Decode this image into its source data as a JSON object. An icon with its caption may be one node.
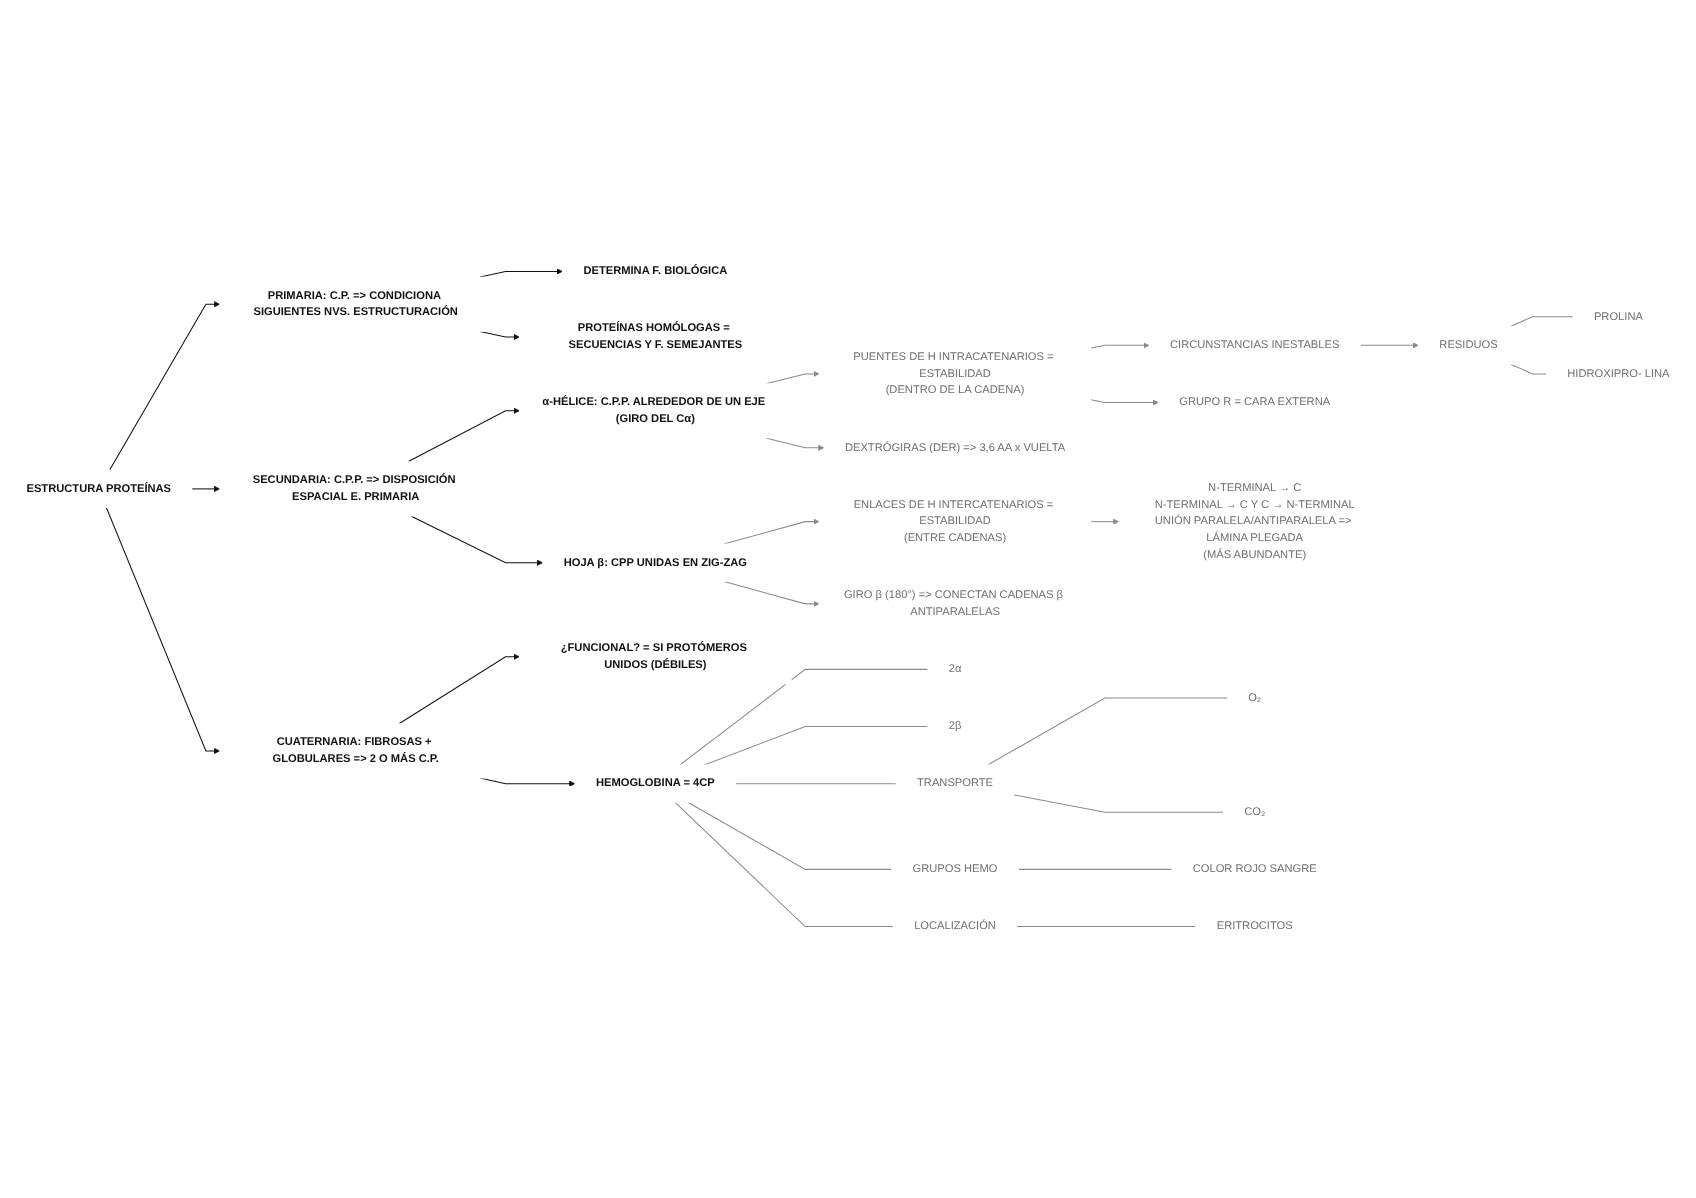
{
  "diagram": {
    "nodes": [
      {
        "text": [
          "ESTRUCTURA PROTEÍNAS"
        ]
      },
      {
        "text": [
          "PRIMARIA: C.P. => CONDICIONA SIGUIENTES NVS. ESTRUCTURACIÓN"
        ]
      },
      {
        "text": [
          "DETERMINA F. BIOLÓGICA"
        ]
      },
      {
        "text": [
          "PROTEÍNAS HOMÓLOGAS = SECUENCIAS Y F. SEMEJANTES"
        ]
      },
      {
        "text": [
          "SECUNDARIA: C.P.P. => DISPOSICIÓN ESPACIAL E. PRIMARIA"
        ]
      },
      {
        "text": [
          "α-HÉLICE: C.P.P. ALREDEDOR DE UN EJE (GIRO DEL Cα)"
        ]
      },
      {
        "text": [
          "PUENTES DE H INTRACATENARIOS = ESTABILIDAD",
          "(DENTRO DE LA CADENA)"
        ]
      },
      {
        "text": [
          "DEXTRÓGIRAS (DER) => 3,6 AA x VUELTA"
        ]
      },
      {
        "text": [
          "CIRCUNSTANCIAS INESTABLES"
        ]
      },
      {
        "text": [
          "RESIDUOS"
        ]
      },
      {
        "text": [
          "PROLINA"
        ]
      },
      {
        "text": [
          "HIDROXIPRO- LINA"
        ]
      },
      {
        "text": [
          "GRUPO R = CARA EXTERNA"
        ]
      },
      {
        "text": [
          "HOJA β: CPP UNIDAS EN ZIG-ZAG"
        ]
      },
      {
        "text": [
          "ENLACES DE H INTERCATENARIOS = ESTABILIDAD",
          "(ENTRE CADENAS)"
        ]
      },
      {
        "text": [
          "N-TERMINAL → C",
          "N-TERMINAL → C Y C → N-TERMINAL",
          "UNIÓN PARALELA/ANTIPARALELA => LÁMINA PLEGADA",
          "(MÁS ABUNDANTE)"
        ]
      },
      {
        "text": [
          "GIRO β (180°) => CONECTAN CADENAS β ANTIPARALELAS"
        ]
      },
      {
        "text": [
          "CUATERNARIA: FIBROSAS + GLOBULARES => 2 O MÁS C.P."
        ]
      },
      {
        "text": [
          "¿FUNCIONAL? = SI PROTÓMEROS UNIDOS (DÉBILES)"
        ]
      },
      {
        "text": [
          "HEMOGLOBINA = 4CP"
        ]
      },
      {
        "text": [
          "2α"
        ]
      },
      {
        "text": [
          "2β"
        ]
      },
      {
        "text": [
          "TRANSPORTE"
        ]
      },
      {
        "text": [
          "O₂"
        ]
      },
      {
        "text": [
          "CO₂"
        ]
      },
      {
        "text": [
          "GRUPOS HEMO"
        ]
      },
      {
        "text": [
          "COLOR ROJO SANGRE"
        ]
      },
      {
        "text": [
          "LOCALIZACIÓN"
        ]
      },
      {
        "text": [
          "ERITROCITOS"
        ]
      }
    ],
    "edges": [
      {
        "from": 0,
        "to": 1,
        "arrow": "to",
        "color": "#111111"
      },
      {
        "from": 0,
        "to": 4,
        "arrow": "to",
        "color": "#111111"
      },
      {
        "from": 0,
        "to": 17,
        "arrow": "to",
        "color": "#111111"
      },
      {
        "from": 1,
        "to": 2,
        "arrow": "to",
        "color": "#111111"
      },
      {
        "from": 1,
        "to": 3,
        "arrow": "to",
        "color": "#111111"
      },
      {
        "from": 4,
        "to": 5,
        "arrow": "to",
        "color": "#111111"
      },
      {
        "from": 4,
        "to": 13,
        "arrow": "to",
        "color": "#111111"
      },
      {
        "from": 5,
        "to": 6,
        "arrow": "to"
      },
      {
        "from": 5,
        "to": 7,
        "arrow": "to"
      },
      {
        "from": 6,
        "to": 8,
        "arrow": "to"
      },
      {
        "from": 6,
        "to": 12,
        "arrow": "to"
      },
      {
        "from": 8,
        "to": 9,
        "arrow": "to"
      },
      {
        "from": 9,
        "to": 10,
        "arrow": "none"
      },
      {
        "from": 9,
        "to": 11,
        "arrow": "none"
      },
      {
        "from": 13,
        "to": 14,
        "arrow": "to"
      },
      {
        "from": 13,
        "to": 16,
        "arrow": "to"
      },
      {
        "from": 14,
        "to": 15,
        "arrow": "to"
      },
      {
        "from": 17,
        "to": 18,
        "arrow": "to",
        "color": "#111111"
      },
      {
        "from": 17,
        "to": 19,
        "arrow": "to",
        "color": "#111111"
      },
      {
        "from": 19,
        "to": 20,
        "arrow": "none"
      },
      {
        "from": 19,
        "to": 21,
        "arrow": "none"
      },
      {
        "from": 19,
        "to": 22,
        "arrow": "none"
      },
      {
        "from": 19,
        "to": 25,
        "arrow": "none"
      },
      {
        "from": 19,
        "to": 27,
        "arrow": "none"
      },
      {
        "from": 22,
        "to": 23,
        "arrow": "none"
      },
      {
        "from": 22,
        "to": 24,
        "arrow": "none"
      },
      {
        "from": 25,
        "to": 26,
        "arrow": "none"
      },
      {
        "from": 27,
        "to": 28,
        "arrow": "none"
      }
    ]
  }
}
